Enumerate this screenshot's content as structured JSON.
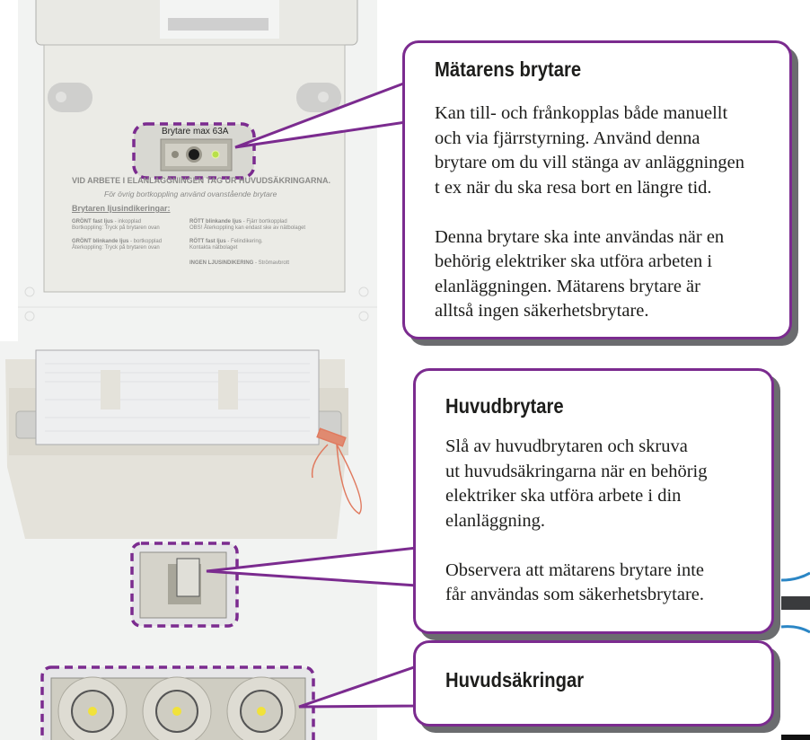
{
  "meter_panel": {
    "switch_label": "Brytare max 63A",
    "warning": "VID ARBETE I ELANLÄGGNINGEN TAG UR HUVUDSÄKRINGARNA.",
    "subwarning": "För övrig bortkoppling använd ovanstående brytare",
    "indications_heading": "Brytaren ljusindikeringar:",
    "indications": [
      {
        "title": "GRÖNT fast ljus",
        "desc": " - inkopplad",
        "note": "Bortkoppling: Tryck på brytaren ovan"
      },
      {
        "title": "GRÖNT blinkande ljus",
        "desc": " - bortkopplad",
        "note": "Återkoppling: Tryck på brytaren ovan"
      },
      {
        "title": "RÖTT blinkande ljus",
        "desc": " - Fjärr bortkopplad",
        "note": "OBS! Återkoppling kan endast ske av nätbolaget"
      },
      {
        "title": "RÖTT fast ljus",
        "desc": " - Felindikering.",
        "note": "Kontakta nätbolaget"
      },
      {
        "title": "INGEN LJUSINDIKERING",
        "desc": " - Strömavbrott",
        "note": ""
      }
    ]
  },
  "callouts": [
    {
      "title": "Mätarens brytare",
      "body": "Kan till- och frånkopplas både manuellt\noch via fjärrstyrning. Använd denna\nbrytare om du vill stänga av anläggningen\nt ex när du ska resa bort en längre tid.\n\nDenna brytare ska inte användas när en\nbehörig elektriker ska utföra arbeten i\nelanläggningen. Mätarens brytare är\nalltså ingen säkerhetsbrytare."
    },
    {
      "title": "Huvudbrytare",
      "body": "Slå av huvudbrytaren och skruva\nut huvudsäkringarna när en behörig\nelektriker ska utföra arbete i din\nelanläggning.\n\nObservera att mätarens brytare inte\nfår användas som säkerhetsbrytare."
    },
    {
      "title": "Huvudsäkringar",
      "body": ""
    }
  ],
  "colors": {
    "accent": "#7b2b8f",
    "shadow": "#6b6c6f",
    "panel": "#ebebe6",
    "led_green": "#b8e04a",
    "fuse_yellow": "#f1e23a"
  }
}
